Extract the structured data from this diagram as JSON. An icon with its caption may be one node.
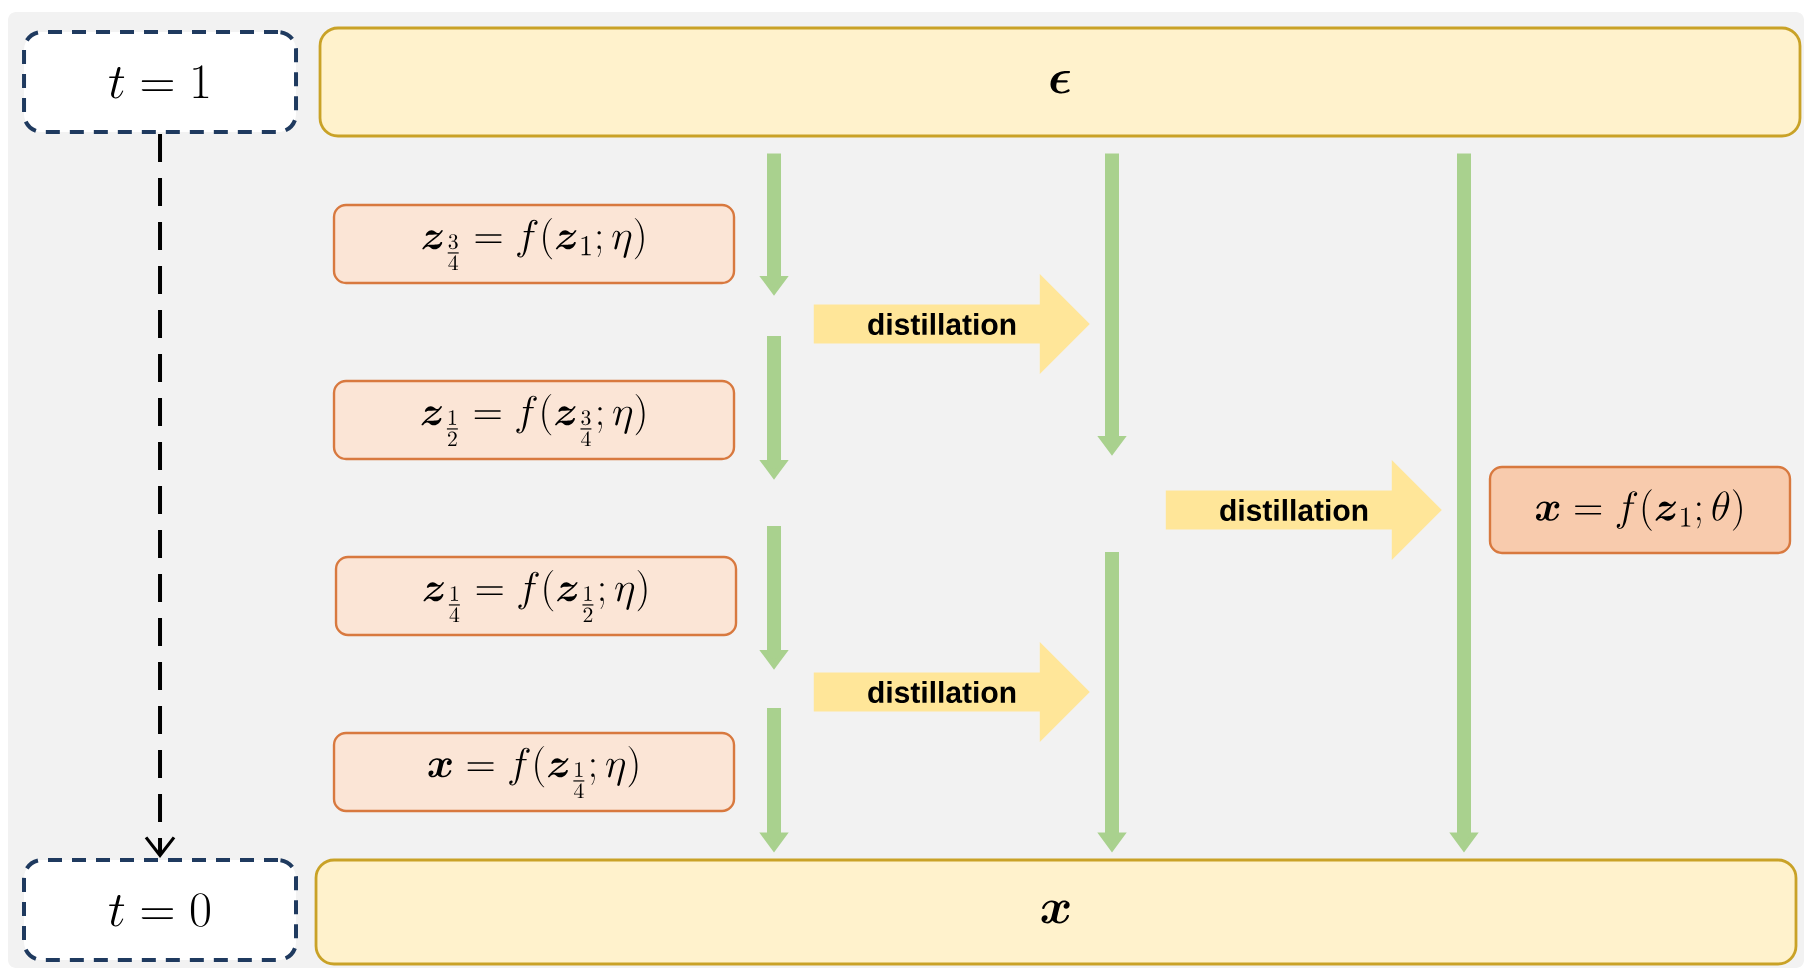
{
  "diagram": {
    "nodes": [
      {
        "text": [
          "t = 1"
        ]
      },
      {
        "text": [
          "\\boldsymbol{\\epsilon}"
        ]
      },
      {
        "text": [
          "\\boldsymbol{z}_{\\frac{3}{4}} = f(\\boldsymbol{z}_1;\\eta)"
        ]
      },
      {
        "text": [
          "distillation"
        ]
      },
      {
        "text": [
          "\\boldsymbol{z}_{\\frac{1}{2}} = f(\\boldsymbol{z}_{\\frac{3}{4}};\\eta)"
        ]
      },
      {
        "text": [
          "distillation"
        ]
      },
      {
        "text": [
          "\\boldsymbol{x} = f(\\boldsymbol{z}_1;\\theta)"
        ]
      },
      {
        "text": [
          "\\boldsymbol{z}_{\\frac{1}{4}} = f(\\boldsymbol{z}_{\\frac{1}{2}};\\eta)"
        ]
      },
      {
        "text": [
          "distillation"
        ]
      },
      {
        "text": [
          "\\boldsymbol{x} = f(\\boldsymbol{z}_{\\frac{1}{4}};\\eta)"
        ]
      },
      {
        "text": [
          "t = 0"
        ]
      },
      {
        "text": [
          "\\boldsymbol{x}"
        ]
      }
    ],
    "edges": [
      {
        "from": 0,
        "to": 10,
        "arrow": "to",
        "style": "dashed",
        "color": "#000000"
      },
      {
        "from": 1,
        "to": null,
        "arrow": "to"
      },
      {
        "from": null,
        "to": 11,
        "arrow": "to"
      },
      {
        "from": 1,
        "to": null,
        "arrow": "to"
      },
      {
        "from": null,
        "to": 11,
        "arrow": "to"
      },
      {
        "from": 1,
        "to": 11,
        "arrow": "to"
      }
    ]
  }
}
